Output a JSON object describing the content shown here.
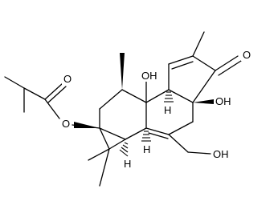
{
  "molecule": {
    "labels": {
      "oh_c9": "OH",
      "oh_c4": "OH",
      "ketone_o": "O",
      "ester_carbonyl_o": "O",
      "ester_o": "O",
      "oh_ch2": "OH",
      "h_c10": "H",
      "h_c8": "H",
      "h_c14": "H"
    }
  },
  "colors": {
    "ink": "#000000",
    "background": "#ffffff"
  }
}
